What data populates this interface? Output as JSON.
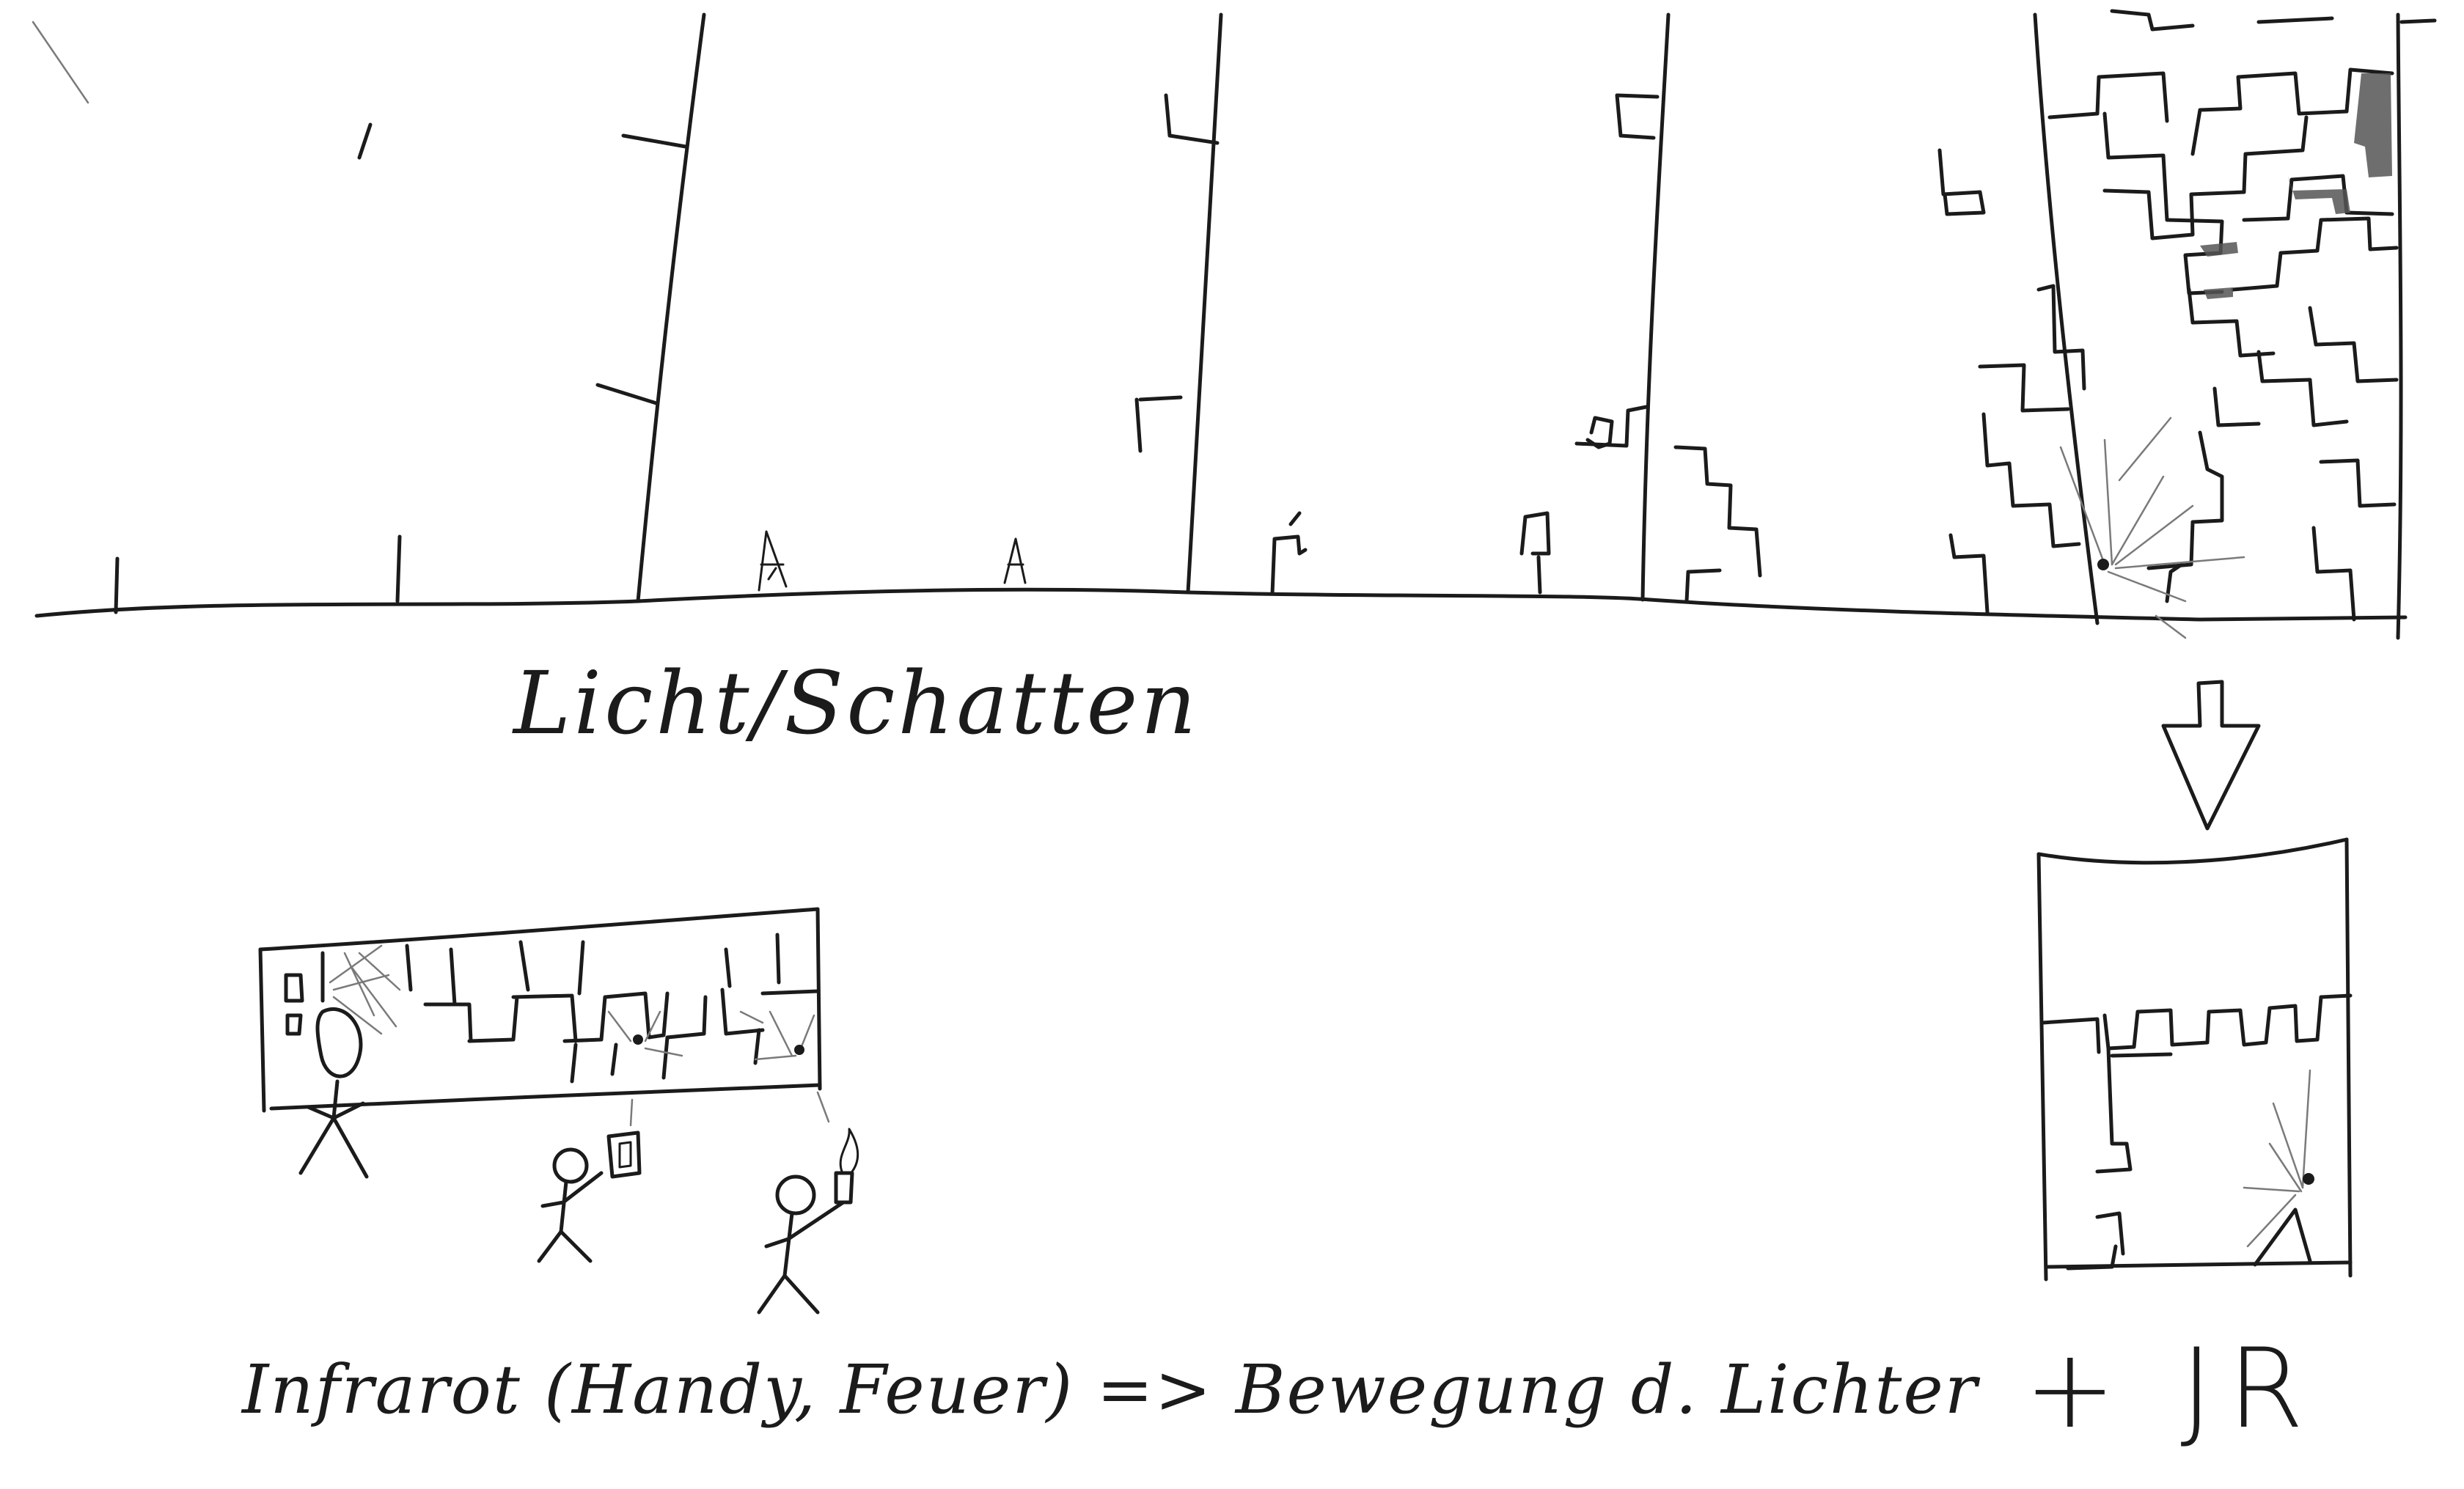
{
  "captions": {
    "light_shadow": "Licht/Schatten",
    "infrared": "Infrarot (Handy, Feuer) => Bewegung d. Lichter",
    "plus_jr": "+ JR"
  }
}
